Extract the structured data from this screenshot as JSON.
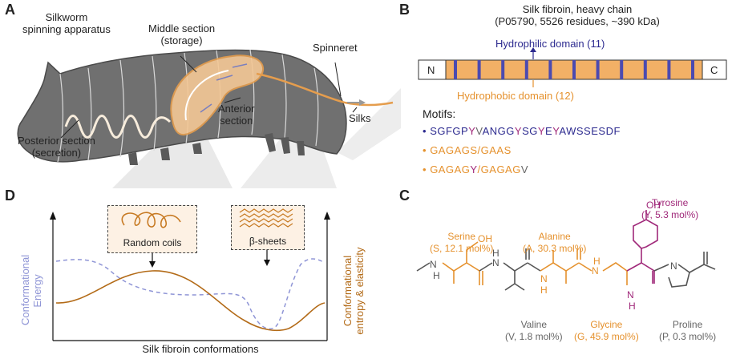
{
  "panels": {
    "a": "A",
    "b": "B",
    "c": "C",
    "d": "D"
  },
  "panel_a": {
    "title_line1": "Silkworm",
    "title_line2": "spinning apparatus",
    "middle_line1": "Middle section",
    "middle_line2": "(storage)",
    "spinneret": "Spinneret",
    "silks": "Silks",
    "anterior_line1": "Anterior",
    "anterior_line2": "section",
    "posterior_line1": "Posterior section",
    "posterior_line2": "(secretion)"
  },
  "panel_b": {
    "title_line1": "Silk fibroin, heavy chain",
    "title_line2": "(P05790, 5526 residues, ~390 kDa)",
    "hydrophilic": "Hydrophilic domain (11)",
    "hydrophobic": "Hydrophobic domain (12)",
    "n_term": "N",
    "c_term": "C",
    "motifs_label": "Motifs:",
    "motif1": [
      "SGFGP",
      "Y",
      "V",
      "ANGG",
      "Y",
      "SG",
      "Y",
      "E",
      "Y",
      "AWSSESDF"
    ],
    "motif2": "GAGAGS/GAAS",
    "motif3": [
      "GAGAG",
      "Y",
      "/GAGAG",
      "V"
    ],
    "domain_count": 11,
    "colors": {
      "bar": "#f2b066",
      "stripe": "#4b4ab0",
      "hydrophilic": "#2c2a8f",
      "hydrophobic": "#e5912d",
      "tyrosine": "#a0297a",
      "valine": "#777777"
    }
  },
  "panel_c": {
    "serine_line1": "Serine",
    "serine_line2": "(S, 12.1 mol%)",
    "alanine_line1": "Alanine",
    "alanine_line2": "(A, 30.3 mol%)",
    "tyrosine_line1": "Tyrosine",
    "tyrosine_line2": "(Y, 5.3 mol%)",
    "valine_line1": "Valine",
    "valine_line2": "(V, 1.8 mol%)",
    "glycine_line1": "Glycine",
    "glycine_line2": "(G, 45.9 mol%)",
    "proline_line1": "Proline",
    "proline_line2": "(P, 0.3 mol%)",
    "atoms": {
      "oh_serine": "OH",
      "oh_tyrosine": "OH",
      "n1": "N",
      "h1": "H",
      "n2": "N",
      "h2": "H",
      "n3": "N",
      "h3": "H",
      "n4": "N",
      "h4": "H",
      "n5": "N",
      "h5": "H",
      "n6": "N"
    }
  },
  "panel_d": {
    "random_coils": "Random coils",
    "beta_sheets": "β-sheets",
    "y_left_line1": "Conformational",
    "y_left_line2": "Energy",
    "y_right_line1": "Conformational",
    "y_right_line2": "entropy & elasticity",
    "x_label": "Silk fibroin conformations",
    "colors": {
      "energy": "#8f95d6",
      "entropy": "#b36b18"
    }
  }
}
